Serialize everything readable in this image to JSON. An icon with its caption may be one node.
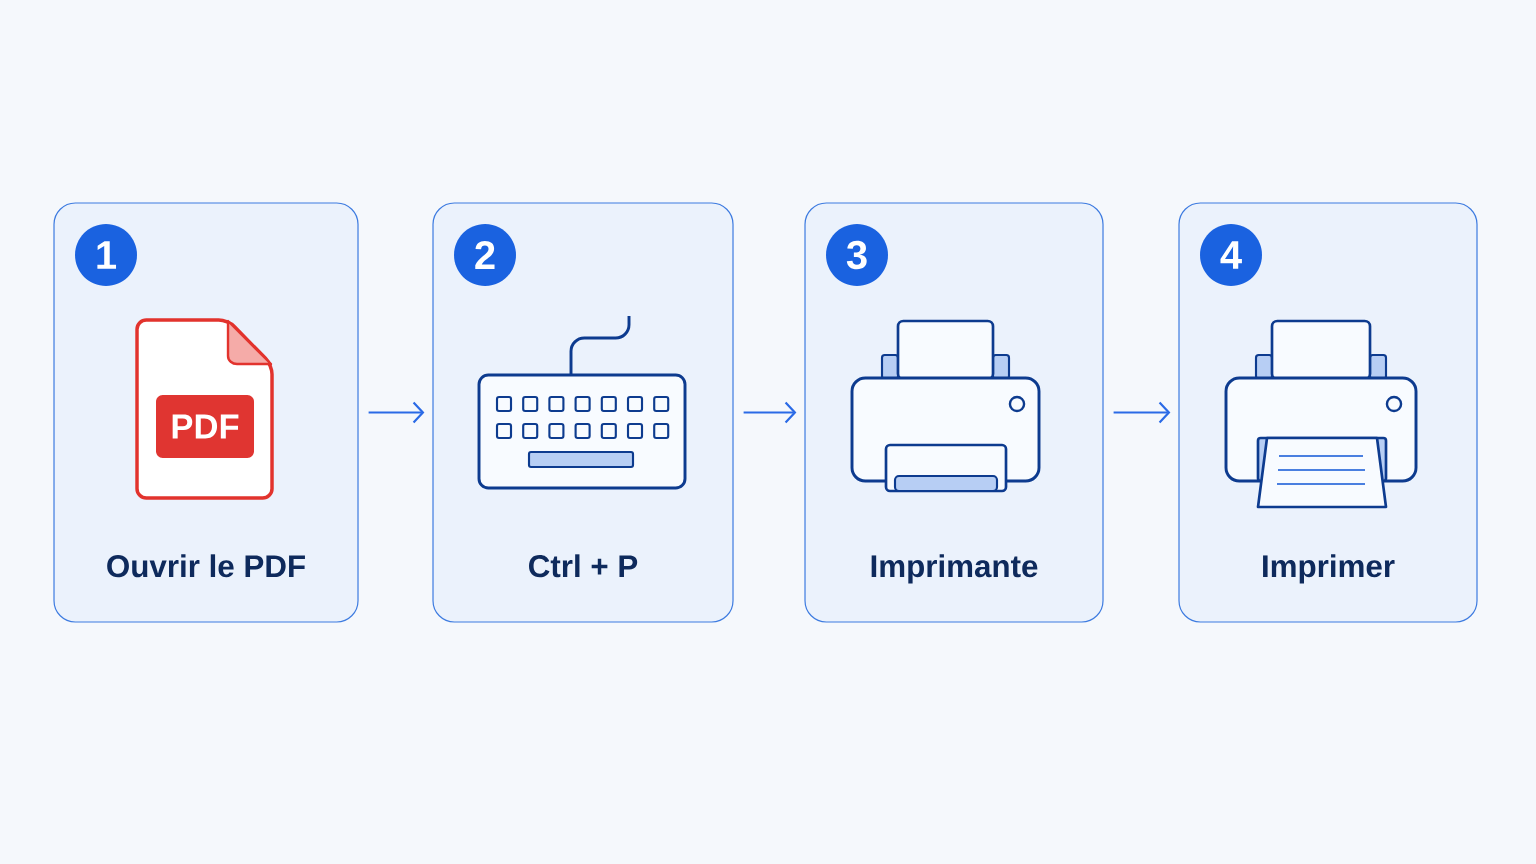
{
  "diagram": {
    "nodes": [
      {
        "text": [
          "Ouvrir le PDF"
        ]
      },
      {
        "text": [
          "1"
        ],
        "in": 0
      },
      {
        "text": [
          "PDF"
        ],
        "in": 0
      },
      {
        "text": [
          "Ctrl + P"
        ]
      },
      {
        "text": [
          "2"
        ],
        "in": 3
      },
      {
        "text": [
          "Imprimante"
        ]
      },
      {
        "text": [
          "3"
        ],
        "in": 5
      },
      {
        "text": [
          "Imprimer"
        ]
      },
      {
        "text": [
          "4"
        ],
        "in": 7
      }
    ],
    "edges": [
      {
        "from": 0,
        "to": 3,
        "arrow": "to"
      },
      {
        "from": 3,
        "to": 5,
        "arrow": "to"
      },
      {
        "from": 5,
        "to": 7,
        "arrow": "to"
      }
    ]
  }
}
